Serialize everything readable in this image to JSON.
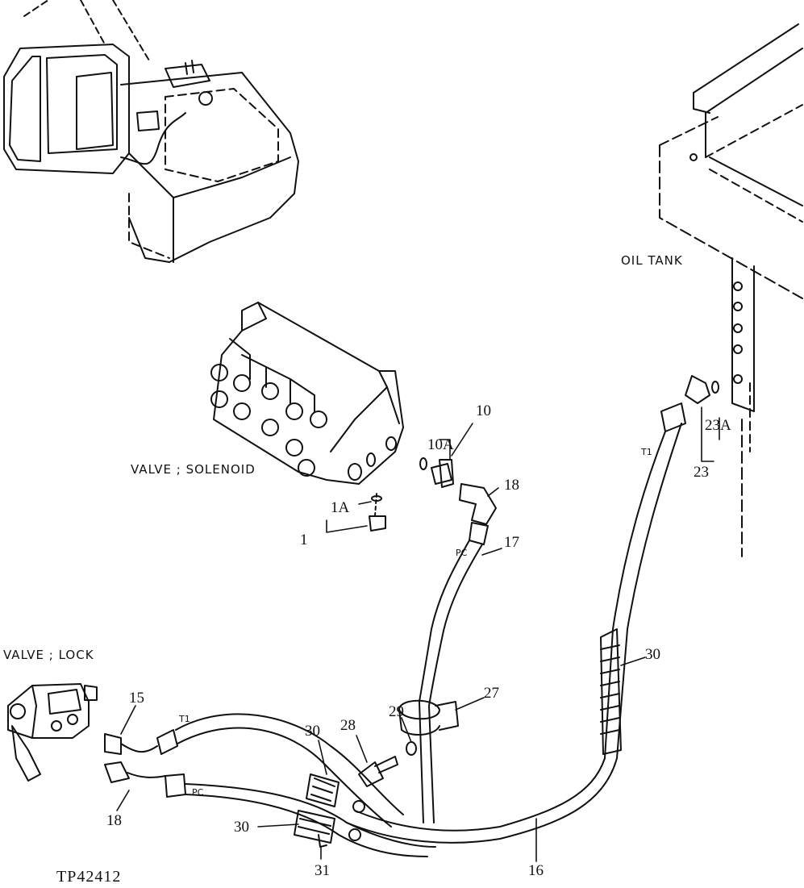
{
  "labels": {
    "oil_tank": "OIL TANK",
    "valve_solenoid": "VALVE ; SOLENOID",
    "valve_lock": "VALVE ; LOCK",
    "drawing_code": "TP42412"
  },
  "callouts": {
    "p1": "1",
    "p1a": "1A",
    "p10": "10",
    "p10a": "10A",
    "p18_top": "18",
    "p17": "17",
    "p23": "23",
    "p23a": "23A",
    "p30_right": "30",
    "p27": "27",
    "p29": "29",
    "p28": "28",
    "p30_mid": "30",
    "p15": "15",
    "p18_bottom": "18",
    "p30_bottom": "30",
    "p31": "31",
    "p16": "16"
  },
  "hose_marks": {
    "pc_upper": "PC",
    "pc_lower": "PC",
    "t1_left": "T1",
    "t1_right": "T1"
  }
}
